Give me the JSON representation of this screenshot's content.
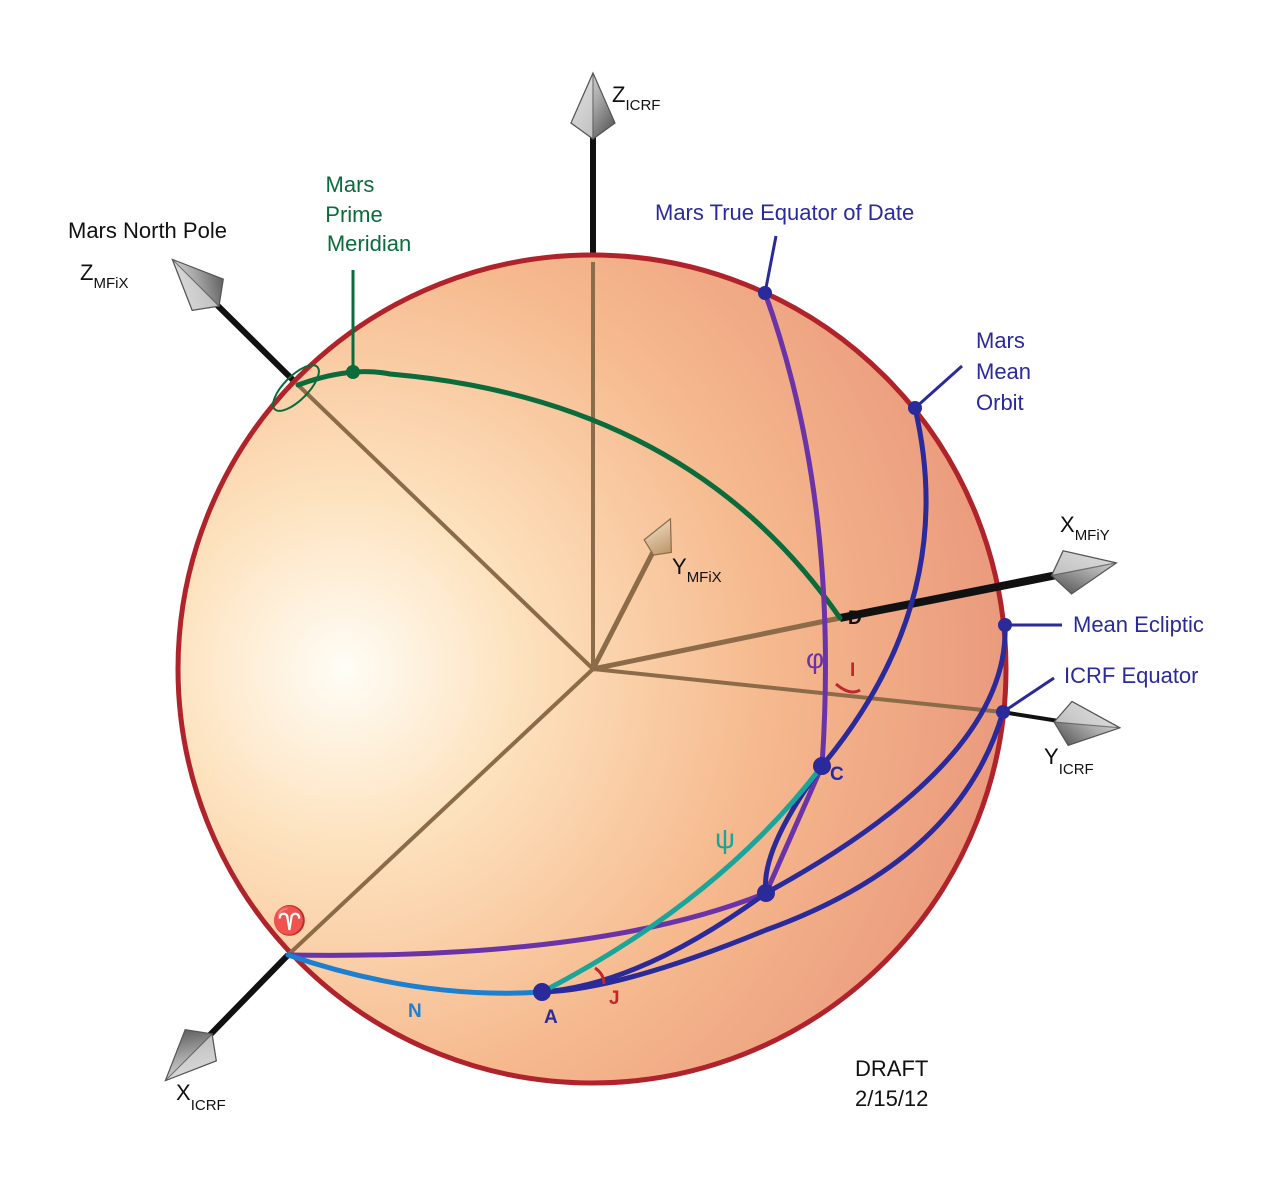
{
  "colors": {
    "sphere_edge": "#b0232a",
    "prime_meridian": "#0b6b3a",
    "true_equator": "#6a34a8",
    "orbit_blue": "#2a2a9a",
    "psi_teal": "#1aa59a",
    "node_blue": "#1c7fd0",
    "angle_red": "#c0262d",
    "axis_black": "#111111",
    "axis_inner": "#8b6b48"
  },
  "axes": {
    "z_icrf": {
      "main": "Z",
      "sub": "ICRF"
    },
    "x_icrf": {
      "main": "X",
      "sub": "ICRF"
    },
    "y_icrf": {
      "main": "Y",
      "sub": "ICRF"
    },
    "z_mfix": {
      "main": "Z",
      "sub": "MFiX",
      "caption": "Mars North Pole"
    },
    "y_mfix": {
      "main": "Y",
      "sub": "MFiX"
    },
    "x_mfiy": {
      "main": "X",
      "sub": "MFiY"
    }
  },
  "labels": {
    "prime_meridian": [
      "Mars",
      "Prime",
      "Meridian"
    ],
    "true_equator": "Mars True Equator of Date",
    "mean_orbit": [
      "Mars",
      "Mean",
      "Orbit"
    ],
    "mean_ecliptic": "Mean Ecliptic",
    "icrf_equator": "ICRF Equator"
  },
  "points": {
    "d": "D",
    "c": "C",
    "a": "A",
    "n": "N",
    "j": "J",
    "i": "I",
    "phi": "φ",
    "psi": "ψ",
    "aries": "♈"
  },
  "stamp": {
    "line1": "DRAFT",
    "line2": "2/15/12"
  }
}
